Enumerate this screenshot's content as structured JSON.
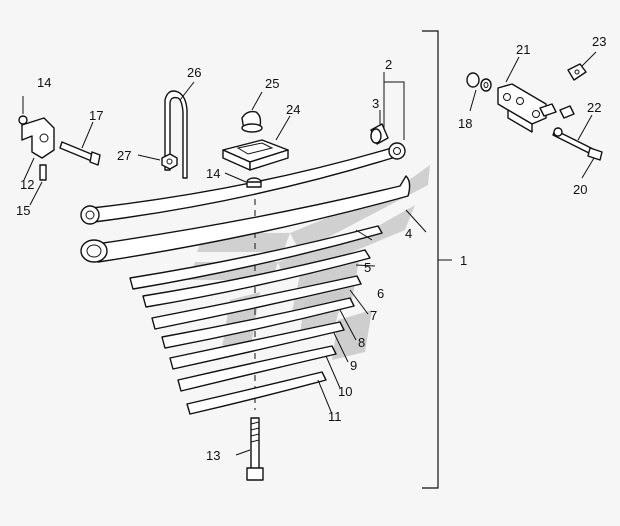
{
  "callouts": {
    "c1": "1",
    "c2": "2",
    "c3": "3",
    "c4": "4",
    "c5": "5",
    "c6": "6",
    "c7": "7",
    "c8": "8",
    "c9": "9",
    "c10": "10",
    "c11": "11",
    "c12": "12",
    "c13": "13",
    "c14a": "14",
    "c14b": "14",
    "c15": "15",
    "c17": "17",
    "c18": "18",
    "c20": "20",
    "c21": "21",
    "c22": "22",
    "c23": "23",
    "c24": "24",
    "c25": "25",
    "c26": "26",
    "c27": "27"
  },
  "colors": {
    "background": "#f6f6f6",
    "ink": "#111111",
    "watermark": "#c9c9c9"
  }
}
